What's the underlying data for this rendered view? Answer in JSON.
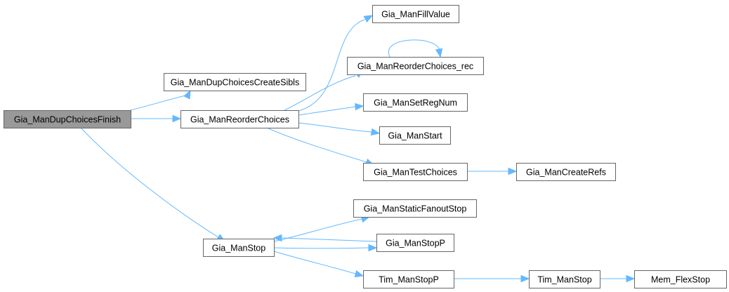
{
  "diagram": {
    "type": "call-graph",
    "edge_color": "#63b8ff",
    "root_fill": "#999999",
    "node_border": "#666666",
    "nodes": [
      {
        "id": "root",
        "label": "Gia_ManDupChoicesFinish",
        "root": true
      },
      {
        "id": "sibls",
        "label": "Gia_ManDupChoicesCreateSibls"
      },
      {
        "id": "reorder",
        "label": "Gia_ManReorderChoices"
      },
      {
        "id": "stop",
        "label": "Gia_ManStop"
      },
      {
        "id": "fill",
        "label": "Gia_ManFillValue"
      },
      {
        "id": "rec",
        "label": "Gia_ManReorderChoices_rec"
      },
      {
        "id": "regnum",
        "label": "Gia_ManSetRegNum"
      },
      {
        "id": "start",
        "label": "Gia_ManStart"
      },
      {
        "id": "test",
        "label": "Gia_ManTestChoices"
      },
      {
        "id": "refs",
        "label": "Gia_ManCreateRefs"
      },
      {
        "id": "static",
        "label": "Gia_ManStaticFanoutStop"
      },
      {
        "id": "stopp",
        "label": "Gia_ManStopP"
      },
      {
        "id": "timstopp",
        "label": "Tim_ManStopP"
      },
      {
        "id": "timstop",
        "label": "Tim_ManStop"
      },
      {
        "id": "memflex",
        "label": "Mem_FlexStop"
      }
    ],
    "edges": [
      [
        "root",
        "sibls"
      ],
      [
        "root",
        "reorder"
      ],
      [
        "root",
        "stop"
      ],
      [
        "reorder",
        "fill"
      ],
      [
        "reorder",
        "rec"
      ],
      [
        "reorder",
        "regnum"
      ],
      [
        "reorder",
        "start"
      ],
      [
        "reorder",
        "test"
      ],
      [
        "rec",
        "rec"
      ],
      [
        "test",
        "refs"
      ],
      [
        "stop",
        "static"
      ],
      [
        "stop",
        "stopp"
      ],
      [
        "stopp",
        "stop"
      ],
      [
        "stop",
        "timstopp"
      ],
      [
        "timstopp",
        "timstop"
      ],
      [
        "timstop",
        "memflex"
      ]
    ]
  }
}
